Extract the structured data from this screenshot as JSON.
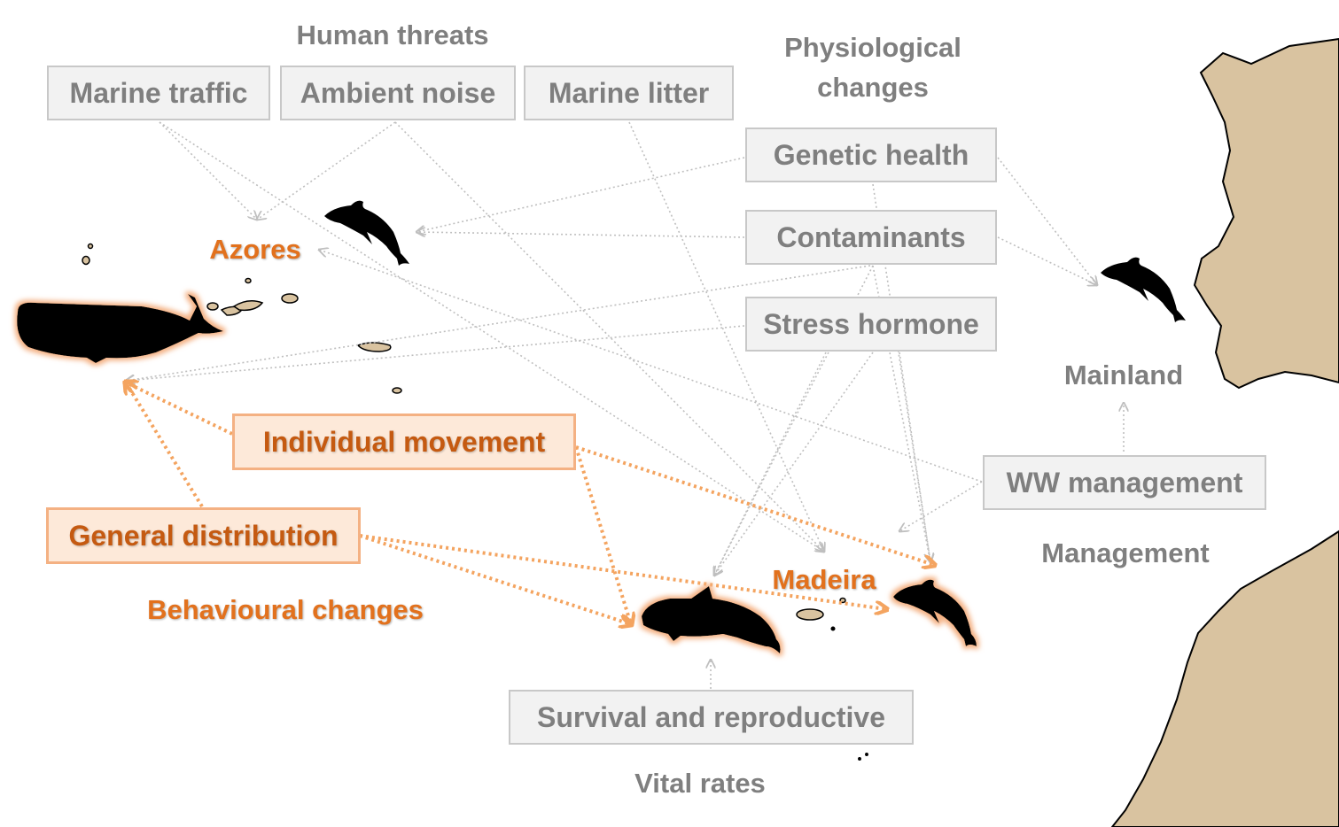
{
  "groups": {
    "human_threats": "Human threats",
    "physiological_line1": "Physiological",
    "physiological_line2": "changes",
    "behavioural": "Behavioural changes",
    "vital_rates": "Vital rates",
    "management": "Management"
  },
  "boxes": {
    "marine_traffic": "Marine traffic",
    "ambient_noise": "Ambient noise",
    "marine_litter": "Marine litter",
    "genetic_health": "Genetic health",
    "contaminants": "Contaminants",
    "stress_hormone": "Stress hormone",
    "individual_movement": "Individual movement",
    "general_distribution": "General distribution",
    "survival_reproductive": "Survival and reproductive",
    "ww_management": "WW management"
  },
  "places": {
    "azores": "Azores",
    "madeira": "Madeira",
    "mainland": "Mainland"
  },
  "colors": {
    "land": "#d9c3a0",
    "box_fill": "#f2f2f2",
    "box_border": "#c8c8c8",
    "grey_text": "#7f7f7f",
    "orange_text": "#e2711d",
    "orange_arrow": "#f4a460",
    "grey_arrow": "#bfbfbf"
  },
  "species_icons": [
    "sperm-whale-icon",
    "dolphin-icon",
    "pilot-whale-icon"
  ]
}
